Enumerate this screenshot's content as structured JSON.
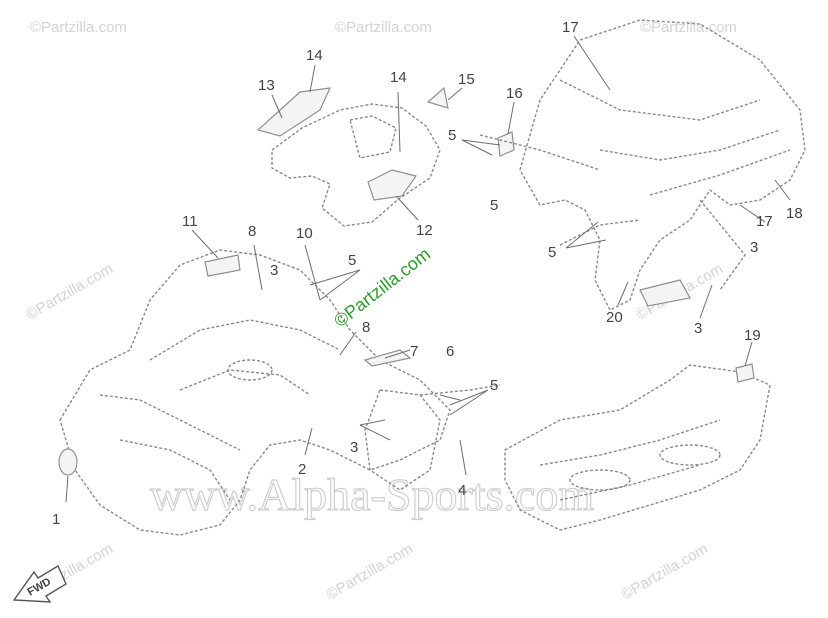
{
  "diagram": {
    "callouts": [
      "1",
      "2",
      "3",
      "4",
      "5",
      "6",
      "7",
      "8",
      "10",
      "11",
      "12",
      "13",
      "14",
      "15",
      "16",
      "17",
      "18",
      "19",
      "20"
    ],
    "watermarks": {
      "partzilla": "©Partzilla.com",
      "alpha": "www.Alpha-Sports.com"
    },
    "fwd_label": "FWD"
  }
}
